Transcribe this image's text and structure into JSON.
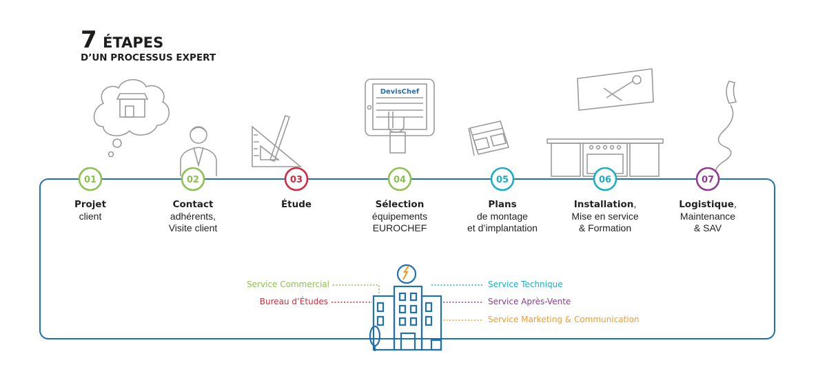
{
  "title": {
    "number": "7",
    "word": "ÉTAPES",
    "subtitle": "D’UN PROCESSUS EXPERT"
  },
  "colors": {
    "loop": "#1f6fb2",
    "green": "#8cc151",
    "red": "#d7263d",
    "teal": "#1aaec4",
    "purple": "#8e3a8e",
    "orange": "#f39c2b",
    "icon_gray": "#9a9a9a",
    "building": "#1f6fb2"
  },
  "steps": [
    {
      "num": "01",
      "color": "#8cc151",
      "bold": "Projet",
      "rest": [
        "client"
      ],
      "icon": "shop-thought-icon"
    },
    {
      "num": "02",
      "color": "#8cc151",
      "bold": "Contact",
      "rest": [
        "adhérents,",
        "Visite client"
      ],
      "icon": "consultant-icon"
    },
    {
      "num": "03",
      "color": "#d7263d",
      "bold": "Étude",
      "rest": [],
      "icon": "ruler-pencil-icon"
    },
    {
      "num": "04",
      "color": "#8cc151",
      "bold": "Sélection",
      "rest": [
        "équipements",
        "EUROCHEF"
      ],
      "icon": "tablet-touch-icon"
    },
    {
      "num": "05",
      "color": "#1aaec4",
      "bold": "Plans",
      "rest": [
        "de montage",
        "et d’implantation"
      ],
      "icon": "blueprint-icon"
    },
    {
      "num": "06",
      "color": "#1aaec4",
      "bold": "Installation",
      "bold_suffix": ",",
      "rest": [
        "Mise en service",
        "& Formation"
      ],
      "icon": "kitchen-install-icon"
    },
    {
      "num": "07",
      "color": "#8e3a8e",
      "bold": "Logistique",
      "bold_suffix": ",",
      "rest": [
        "Maintenance",
        "& SAV"
      ],
      "icon": "phone-icon"
    }
  ],
  "tablet_brand": "DevisChef",
  "services": {
    "commercial": "Service Commercial",
    "bureau": "Bureau d’Études",
    "technique": "Service Technique",
    "apres_vente": "Service Après-Vente",
    "marketing": "Service Marketing & Communication"
  }
}
